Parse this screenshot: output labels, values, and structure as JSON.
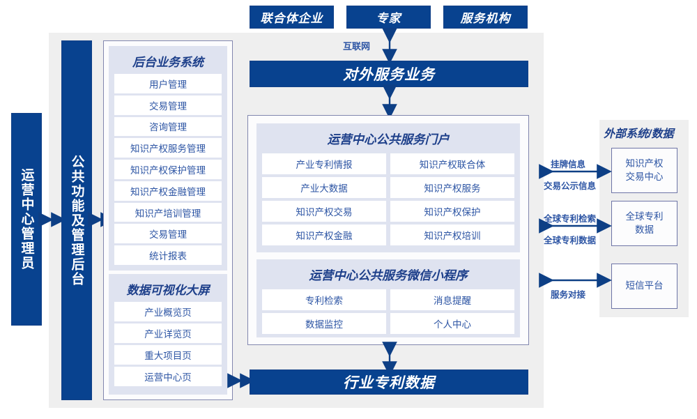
{
  "colors": {
    "brand_blue": "#08428f",
    "text_blue": "#2d55a4",
    "panel_gray": "#efefef",
    "group_lavender": "#dfe3f0",
    "border_violet": "#8186ae"
  },
  "top_actors": [
    {
      "label": "联合体企业"
    },
    {
      "label": "专家"
    },
    {
      "label": "服务机构"
    }
  ],
  "internet_label": "互联网",
  "external_service_bar": "对外服务业务",
  "industry_data_bar": "行业专利数据",
  "left_actor": "运营中心管理员",
  "common_function_bar": "公共功能及管理后台",
  "backend_group": {
    "title": "后台业务系统",
    "items": [
      "用户管理",
      "交易管理",
      "咨询管理",
      "知识产权服务管理",
      "知识产权保护管理",
      "知识产权金融管理",
      "知识产培训管理",
      "交易管理",
      "统计报表"
    ]
  },
  "visual_group": {
    "title": "数据可视化大屏",
    "items": [
      "产业概览页",
      "产业详览页",
      "重大项目页",
      "运营中心页"
    ]
  },
  "portal_group": {
    "title": "运营中心公共服务门户",
    "items": [
      "产业专利情报",
      "知识产权联合体",
      "产业大数据",
      "知识产权服务",
      "知识产权交易",
      "知识产权保护",
      "知识产权金融",
      "知识产权培训"
    ]
  },
  "miniprogram_group": {
    "title": "运营中心公共服务微信小程序",
    "items": [
      "专利检索",
      "消息提醒",
      "数据监控",
      "个人中心"
    ]
  },
  "external": {
    "title": "外部系统/数据",
    "boxes": [
      {
        "line1": "知识产权",
        "line2": "交易中心"
      },
      {
        "line1": "全球专利",
        "line2": "数据"
      },
      {
        "line1": "短信平台",
        "line2": ""
      }
    ],
    "connectors": [
      {
        "above": "挂牌信息",
        "below": "交易公示信息"
      },
      {
        "above": "全球专利检索",
        "below": "全球专利数据"
      },
      {
        "above": "",
        "below": "服务对接"
      }
    ]
  }
}
